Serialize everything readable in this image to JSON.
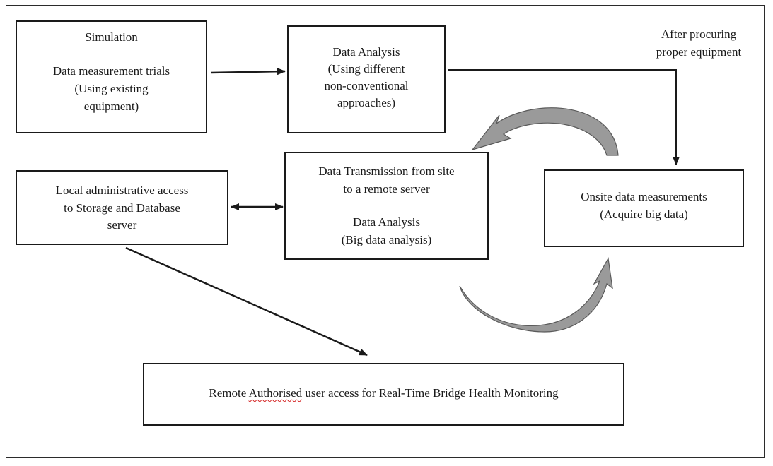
{
  "boxes": {
    "simulation": {
      "line1": "Simulation",
      "line2": "Data measurement trials",
      "line3": "(Using existing",
      "line4": "equipment)"
    },
    "data_analysis": {
      "line1": "Data Analysis",
      "line2": "(Using different",
      "line3": "non-conventional",
      "line4": "approaches)"
    },
    "local_access": {
      "line1": "Local administrative access",
      "line2": "to Storage and Database",
      "line3": "server"
    },
    "transmission": {
      "line1": "Data Transmission  from site",
      "line2": "to a remote server",
      "line3": "Data Analysis",
      "line4": "(Big data analysis)"
    },
    "onsite": {
      "line1": "Onsite data measurements",
      "line2": "(Acquire big data)"
    },
    "remote_access": {
      "part1": "Remote ",
      "part2": "Authorised",
      "part3": " user access  for Real-Time  Bridge  Health  Monitoring"
    }
  },
  "annotations": {
    "after_procuring_line1": "After procuring",
    "after_procuring_line2": "proper equipment"
  },
  "colors": {
    "stroke": "#1a1a1a",
    "curved_arrow_fill": "#9a9a9a",
    "spellcheck_underline": "#d42020"
  }
}
